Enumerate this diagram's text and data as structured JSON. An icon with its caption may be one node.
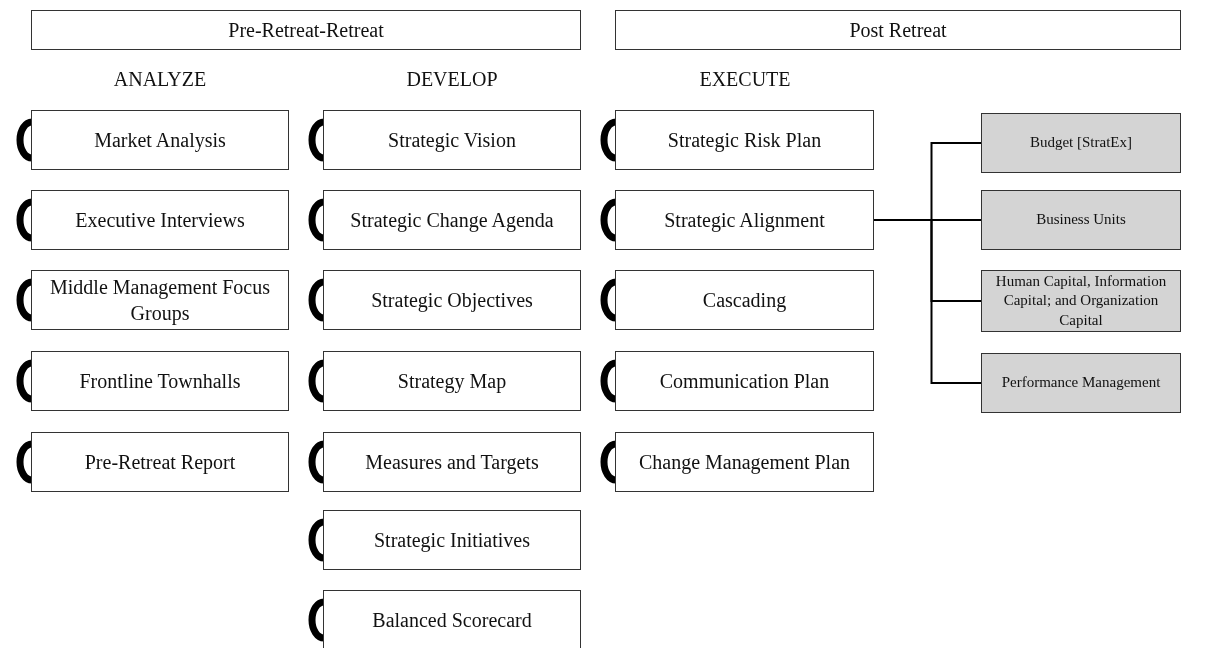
{
  "diagram": {
    "nodes": [
      {
        "text": [
          "Pre-Retreat-Retreat"
        ]
      },
      {
        "text": [
          "Post Retreat"
        ]
      },
      {
        "text": [
          "Market Analysis"
        ]
      },
      {
        "text": [
          "Executive Interviews"
        ]
      },
      {
        "text": [
          "Middle Management Focus Groups"
        ]
      },
      {
        "text": [
          "Frontline Townhalls"
        ]
      },
      {
        "text": [
          "Pre-Retreat Report"
        ]
      },
      {
        "text": [
          "Strategic Vision"
        ]
      },
      {
        "text": [
          "Strategic Change Agenda"
        ]
      },
      {
        "text": [
          "Strategic Objectives"
        ]
      },
      {
        "text": [
          "Strategy Map"
        ]
      },
      {
        "text": [
          "Measures and Targets"
        ]
      },
      {
        "text": [
          "Strategic Initiatives"
        ]
      },
      {
        "text": [
          "Balanced Scorecard"
        ]
      },
      {
        "text": [
          "Strategic Risk Plan"
        ]
      },
      {
        "text": [
          "Strategic Alignment"
        ]
      },
      {
        "text": [
          "Cascading"
        ]
      },
      {
        "text": [
          "Communication Plan"
        ]
      },
      {
        "text": [
          "Change Management Plan"
        ]
      },
      {
        "text": [
          "Budget [StratEx]"
        ]
      },
      {
        "text": [
          "Business Units"
        ]
      },
      {
        "text": [
          "Human Capital, Information Capital; and Organization Capital"
        ]
      },
      {
        "text": [
          "Performance Management"
        ]
      }
    ],
    "edges": [
      {
        "from": 15,
        "to": 19,
        "arrow": "none"
      },
      {
        "from": 15,
        "to": 20,
        "arrow": "none"
      },
      {
        "from": 15,
        "to": 21,
        "arrow": "none"
      },
      {
        "from": 15,
        "to": 22,
        "arrow": "none"
      }
    ],
    "labels": [
      "ANALYZE",
      "DEVELOP",
      "EXECUTE"
    ]
  }
}
